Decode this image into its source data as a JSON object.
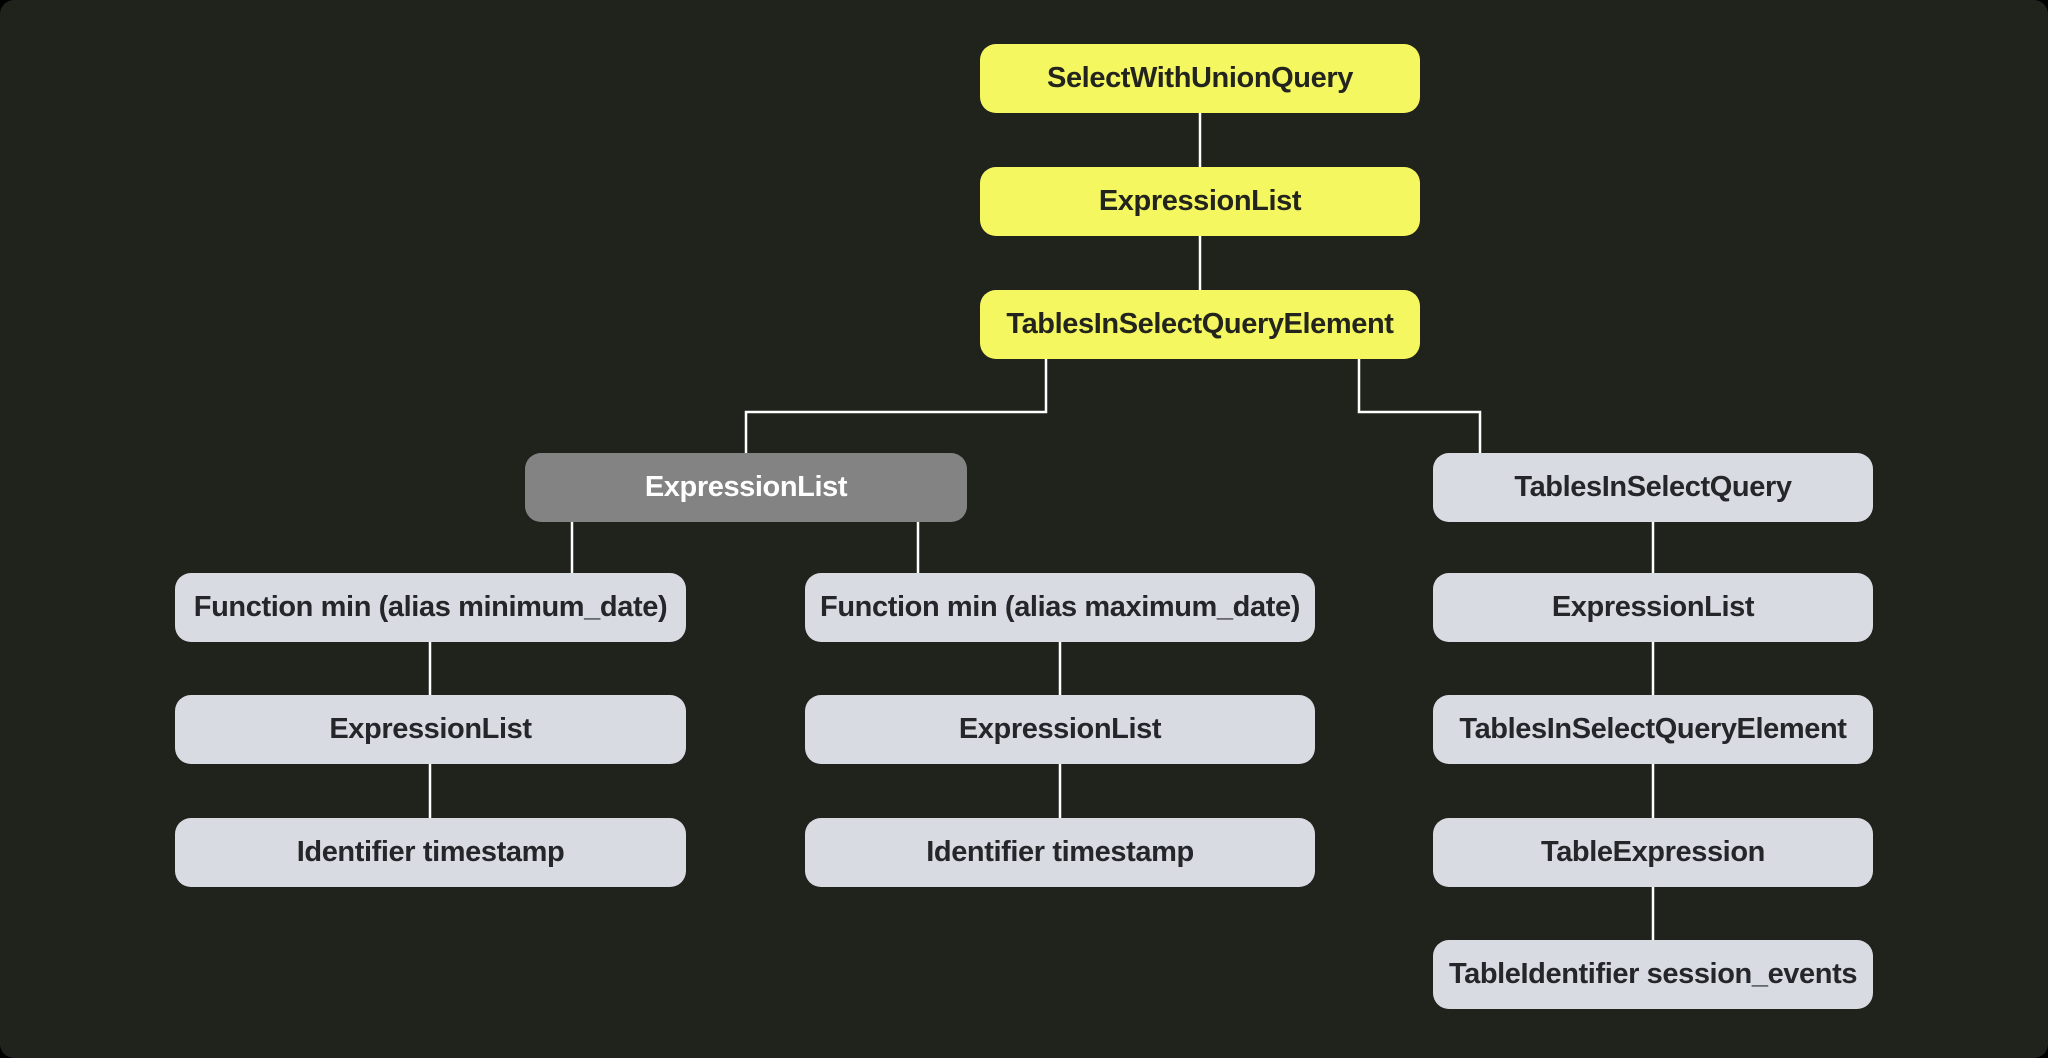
{
  "colors": {
    "background": "#20221c",
    "node_yellow": "#f4f75f",
    "node_yellow_text": "#22241d",
    "node_gray": "#838383",
    "node_gray_text": "#ffffff",
    "node_light": "#d8dbe2",
    "node_light_text": "#24262a",
    "connector": "#ffffff"
  },
  "diagram": {
    "type": "ast-tree",
    "nodes": [
      {
        "id": "selectWithUnionQuery",
        "label": "SelectWithUnionQuery",
        "variant": "yellow"
      },
      {
        "id": "expressionListTop",
        "label": "ExpressionList",
        "variant": "yellow"
      },
      {
        "id": "tablesInSelectQueryElement1",
        "label": "TablesInSelectQueryElement",
        "variant": "yellow"
      },
      {
        "id": "expressionListSelected",
        "label": "ExpressionList",
        "variant": "gray"
      },
      {
        "id": "tablesInSelectQuery",
        "label": "TablesInSelectQuery",
        "variant": "light"
      },
      {
        "id": "functionMinMinimumDate",
        "label": "Function min (alias minimum_date)",
        "variant": "light"
      },
      {
        "id": "functionMinMaximumDate",
        "label": "Function min (alias maximum_date)",
        "variant": "light"
      },
      {
        "id": "expressionListLeft",
        "label": "ExpressionList",
        "variant": "light"
      },
      {
        "id": "expressionListMid",
        "label": "ExpressionList",
        "variant": "light"
      },
      {
        "id": "expressionListRight",
        "label": "ExpressionList",
        "variant": "light"
      },
      {
        "id": "identifierTimestampLeft",
        "label": "Identifier timestamp",
        "variant": "light"
      },
      {
        "id": "identifierTimestampMid",
        "label": "Identifier timestamp",
        "variant": "light"
      },
      {
        "id": "tablesInSelectQueryElement2",
        "label": "TablesInSelectQueryElement",
        "variant": "light"
      },
      {
        "id": "tableExpression",
        "label": "TableExpression",
        "variant": "light"
      },
      {
        "id": "tableIdentifierSessionEvents",
        "label": "TableIdentifier session_events",
        "variant": "light"
      }
    ],
    "edges": [
      {
        "from": "selectWithUnionQuery",
        "to": "expressionListTop"
      },
      {
        "from": "expressionListTop",
        "to": "tablesInSelectQueryElement1"
      },
      {
        "from": "tablesInSelectQueryElement1",
        "to": "expressionListSelected"
      },
      {
        "from": "tablesInSelectQueryElement1",
        "to": "tablesInSelectQuery"
      },
      {
        "from": "expressionListSelected",
        "to": "functionMinMinimumDate"
      },
      {
        "from": "expressionListSelected",
        "to": "functionMinMaximumDate"
      },
      {
        "from": "functionMinMinimumDate",
        "to": "expressionListLeft"
      },
      {
        "from": "expressionListLeft",
        "to": "identifierTimestampLeft"
      },
      {
        "from": "functionMinMaximumDate",
        "to": "expressionListMid"
      },
      {
        "from": "expressionListMid",
        "to": "identifierTimestampMid"
      },
      {
        "from": "tablesInSelectQuery",
        "to": "expressionListRight"
      },
      {
        "from": "expressionListRight",
        "to": "tablesInSelectQueryElement2"
      },
      {
        "from": "tablesInSelectQueryElement2",
        "to": "tableExpression"
      },
      {
        "from": "tableExpression",
        "to": "tableIdentifierSessionEvents"
      }
    ]
  }
}
